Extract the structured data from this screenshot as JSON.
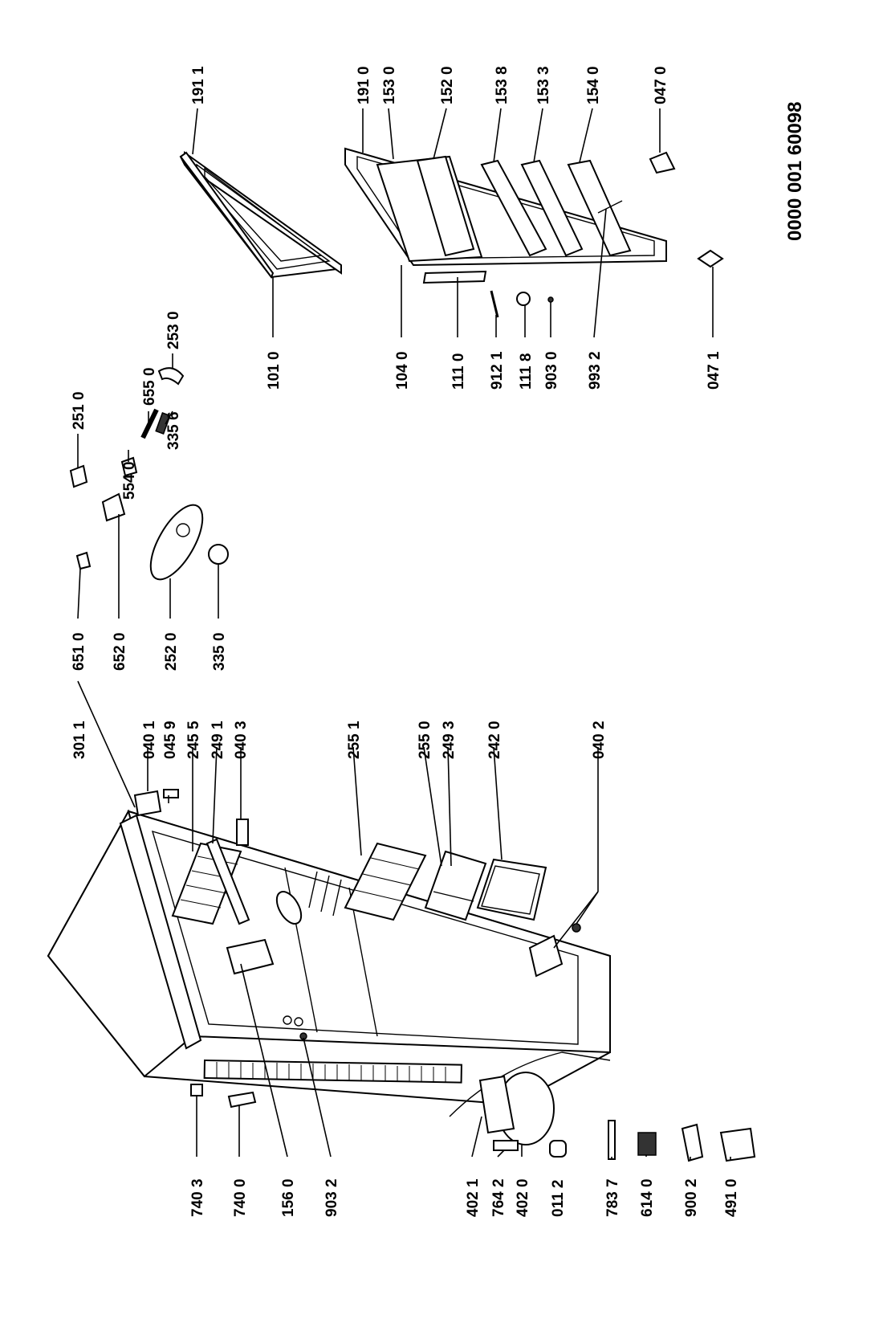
{
  "document_number": "0000 001 60098",
  "labels": [
    {
      "id": "l-301-1",
      "text": "301 1"
    },
    {
      "id": "l-040-1",
      "text": "040 1"
    },
    {
      "id": "l-045-9",
      "text": "045 9"
    },
    {
      "id": "l-245-5",
      "text": "245 5"
    },
    {
      "id": "l-249-1",
      "text": "249 1"
    },
    {
      "id": "l-040-3",
      "text": "040 3"
    },
    {
      "id": "l-255-1",
      "text": "255 1"
    },
    {
      "id": "l-255-0",
      "text": "255 0"
    },
    {
      "id": "l-249-3",
      "text": "249 3"
    },
    {
      "id": "l-242-0",
      "text": "242 0"
    },
    {
      "id": "l-040-2",
      "text": "040 2"
    },
    {
      "id": "l-740-3",
      "text": "740 3"
    },
    {
      "id": "l-740-0",
      "text": "740 0"
    },
    {
      "id": "l-156-0",
      "text": "156 0"
    },
    {
      "id": "l-903-2",
      "text": "903 2"
    },
    {
      "id": "l-402-1",
      "text": "402 1"
    },
    {
      "id": "l-764-2",
      "text": "764 2"
    },
    {
      "id": "l-402-0",
      "text": "402 0"
    },
    {
      "id": "l-011-2",
      "text": "011 2"
    },
    {
      "id": "l-783-7",
      "text": "783 7"
    },
    {
      "id": "l-614-0",
      "text": "614 0"
    },
    {
      "id": "l-900-2",
      "text": "900 2"
    },
    {
      "id": "l-491-0",
      "text": "491 0"
    },
    {
      "id": "l-651-0",
      "text": "651 0"
    },
    {
      "id": "l-652-0",
      "text": "652 0"
    },
    {
      "id": "l-252-0",
      "text": "252 0"
    },
    {
      "id": "l-335-0",
      "text": "335 0"
    },
    {
      "id": "l-251-0",
      "text": "251 0"
    },
    {
      "id": "l-554-0",
      "text": "554 0"
    },
    {
      "id": "l-655-0",
      "text": "655 0"
    },
    {
      "id": "l-335-6",
      "text": "335 6"
    },
    {
      "id": "l-253-0",
      "text": "253 0"
    },
    {
      "id": "l-101-0",
      "text": "101 0"
    },
    {
      "id": "l-191-1",
      "text": "191 1"
    },
    {
      "id": "l-104-0",
      "text": "104 0"
    },
    {
      "id": "l-111-0",
      "text": "111 0"
    },
    {
      "id": "l-912-1",
      "text": "912 1"
    },
    {
      "id": "l-111-8",
      "text": "111 8"
    },
    {
      "id": "l-903-0",
      "text": "903 0"
    },
    {
      "id": "l-993-2",
      "text": "993 2"
    },
    {
      "id": "l-047-1",
      "text": "047 1"
    },
    {
      "id": "l-191-0",
      "text": "191 0"
    },
    {
      "id": "l-153-0",
      "text": "153 0"
    },
    {
      "id": "l-152-0",
      "text": "152 0"
    },
    {
      "id": "l-153-8",
      "text": "153 8"
    },
    {
      "id": "l-153-3",
      "text": "153 3"
    },
    {
      "id": "l-154-0",
      "text": "154 0"
    },
    {
      "id": "l-047-0",
      "text": "047 0"
    }
  ]
}
